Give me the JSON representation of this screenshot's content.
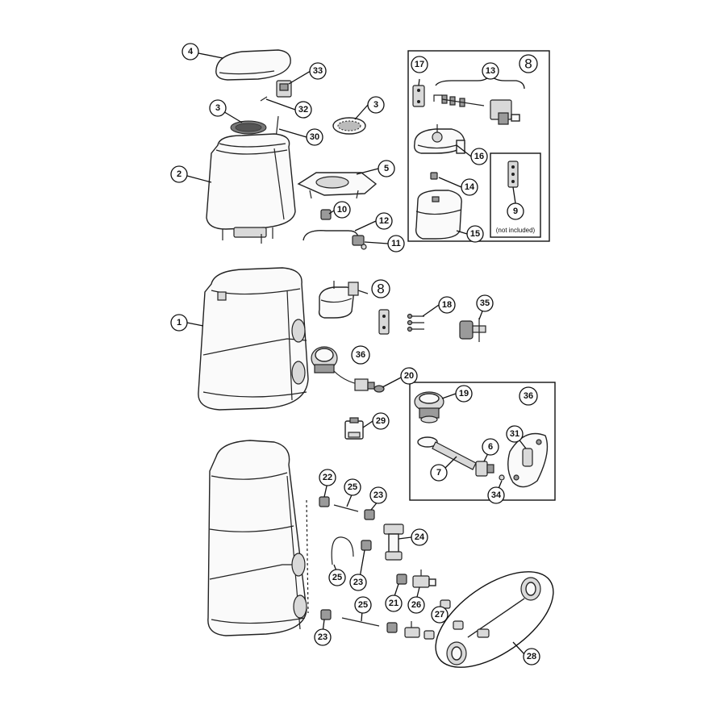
{
  "callouts": {
    "c1": "1",
    "c2": "2",
    "c3a": "3",
    "c3b": "3",
    "c4": "4",
    "c5": "5",
    "c6": "6",
    "c7": "7",
    "c9": "9",
    "c10": "10",
    "c11": "11",
    "c12": "12",
    "c13": "13",
    "c14": "14",
    "c15": "15",
    "c16": "16",
    "c17": "17",
    "c18": "18",
    "c19": "19",
    "c20": "20",
    "c21": "21",
    "c22": "22",
    "c23a": "23",
    "c23b": "23",
    "c23c": "23",
    "c24": "24",
    "c25a": "25",
    "c25b": "25",
    "c25c": "25",
    "c26": "26",
    "c27": "27",
    "c28": "28",
    "c29": "29",
    "c30": "30",
    "c31": "31",
    "c32": "32",
    "c33": "33",
    "c34": "34",
    "c35": "35"
  },
  "assembly_labels": {
    "eight_inset": "8",
    "eight_main": "8",
    "thirtysix_main": "36",
    "thirtysix_inset": "36"
  },
  "notes": {
    "not_included": "(not included)"
  }
}
